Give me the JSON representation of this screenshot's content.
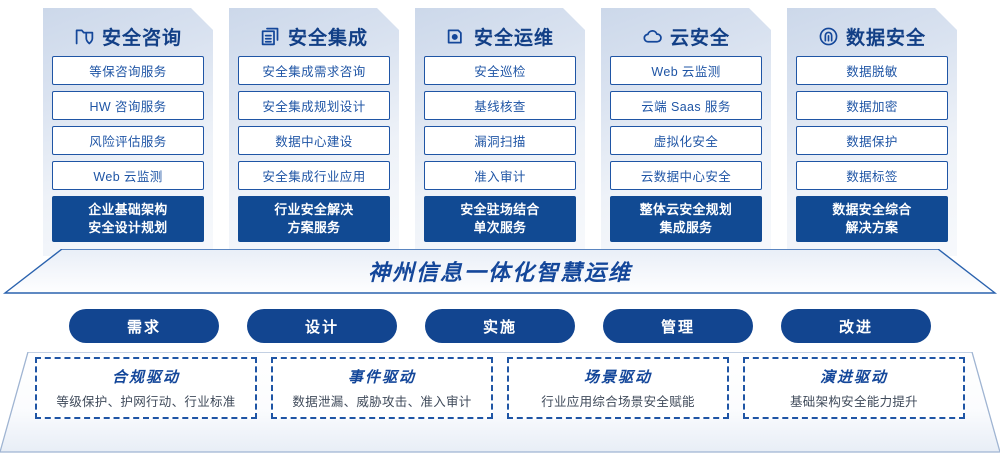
{
  "columns": [
    {
      "icon": "folder-shield-icon",
      "title": "安全咨询",
      "items": [
        "等保咨询服务",
        "HW 咨询服务",
        "风险评估服务",
        "Web 云监测"
      ],
      "footer": [
        "企业基础架构",
        "安全设计规划"
      ]
    },
    {
      "icon": "stacked-documents-icon",
      "title": "安全集成",
      "items": [
        "安全集成需求咨询",
        "安全集成规划设计",
        "数据中心建设",
        "安全集成行业应用"
      ],
      "footer": [
        "行业安全解决",
        "方案服务"
      ]
    },
    {
      "icon": "monitor-chart-icon",
      "title": "安全运维",
      "items": [
        "安全巡检",
        "基线核查",
        "漏洞扫描",
        "准入审计"
      ],
      "footer": [
        "安全驻场结合",
        "单次服务"
      ]
    },
    {
      "icon": "cloud-icon",
      "title": "云安全",
      "items": [
        "Web 云监测",
        "云端 Saas 服务",
        "虚拟化安全",
        "云数据中心安全"
      ],
      "footer": [
        "整体云安全规划",
        "集成服务"
      ]
    },
    {
      "icon": "fingerprint-icon",
      "title": "数据安全",
      "items": [
        "数据脱敏",
        "数据加密",
        "数据保护",
        "数据标签"
      ],
      "footer": [
        "数据安全综合",
        "解决方案"
      ]
    }
  ],
  "banner": {
    "title": "神州信息一体化智慧运维"
  },
  "phases": [
    {
      "label": "需求"
    },
    {
      "label": "设计"
    },
    {
      "label": "实施"
    },
    {
      "label": "管理"
    },
    {
      "label": "改进"
    }
  ],
  "drivers": [
    {
      "title": "合规驱动",
      "subtitle": "等级保护、护网行动、行业标准"
    },
    {
      "title": "事件驱动",
      "subtitle": "数据泄漏、威胁攻击、准入审计"
    },
    {
      "title": "场景驱动",
      "subtitle": "行业应用综合场景安全赋能"
    },
    {
      "title": "演进驱动",
      "subtitle": "基础架构安全能力提升"
    }
  ],
  "colors": {
    "brand_blue": "#124590",
    "outline_blue": "#1f55a5",
    "title_blue": "#14479a",
    "panel_gradient_start": "#ccd8ea",
    "panel_gradient_end": "#f7f9fc"
  }
}
